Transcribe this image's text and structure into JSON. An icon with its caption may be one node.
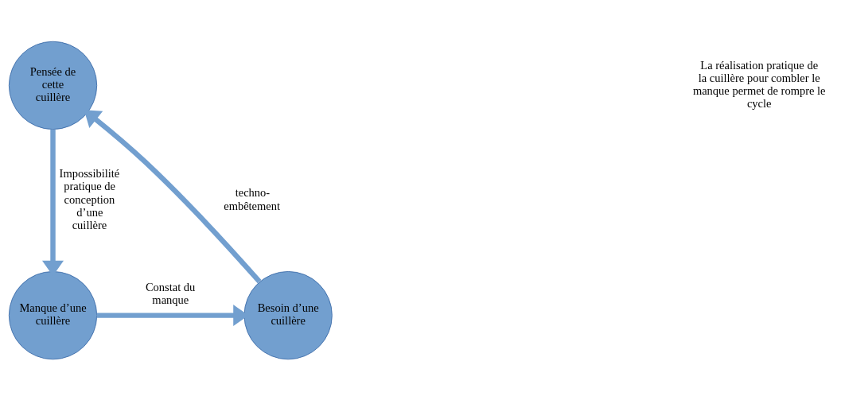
{
  "diagram": {
    "nodes": [
      {
        "text": [
          "Pensée de cette cuillère"
        ]
      },
      {
        "text": [
          "Manque d’une cuillère"
        ]
      },
      {
        "text": [
          "Besoin d’une cuillère"
        ]
      }
    ],
    "edges": [
      {
        "from": 0,
        "to": 1,
        "arrow": "to",
        "label": "Impossibilité pratique de conception d’une cuillère"
      },
      {
        "from": 1,
        "to": 2,
        "arrow": "to",
        "label": "Constat du manque"
      },
      {
        "from": 2,
        "to": 0,
        "arrow": "to",
        "label": "techno-embêtement"
      }
    ],
    "labels": [
      "La réalisation pratique de la cuillère pour combler le manque permet de rompre le cycle"
    ]
  }
}
